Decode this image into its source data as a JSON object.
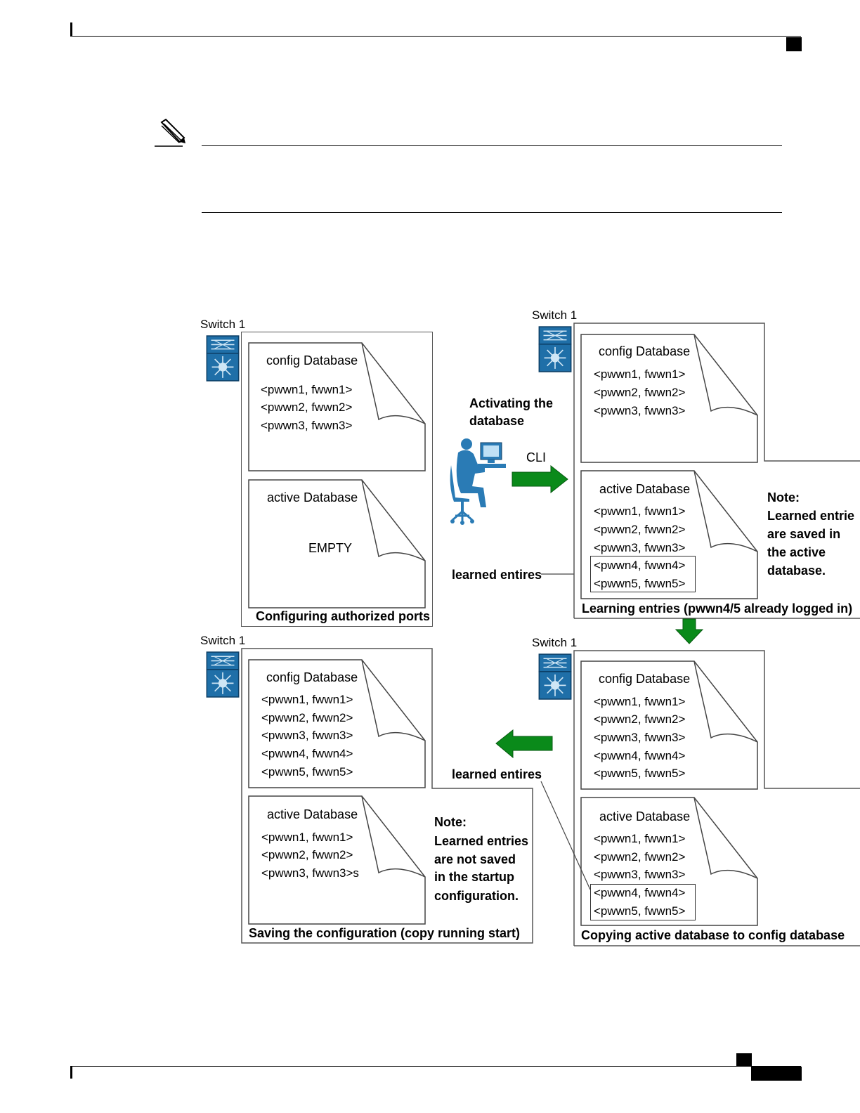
{
  "figure": {
    "activating_label": [
      "Activating the",
      "database"
    ],
    "cli_label": "CLI",
    "learned_entries_label": "learned entires",
    "panels": {
      "top_left": {
        "switch_label": "Switch 1",
        "config_title": "config Database",
        "config_entries": [
          "<pwwn1, fwwn1>",
          "<pwwn2, fwwn2>",
          "<pwwn3, fwwn3>"
        ],
        "active_title": "active Database",
        "active_empty": "EMPTY",
        "caption": "Configuring authorized ports"
      },
      "top_right": {
        "switch_label": "Switch 1",
        "config_title": "config Database",
        "config_entries": [
          "<pwwn1, fwwn1>",
          "<pwwn2, fwwn2>",
          "<pwwn3, fwwn3>"
        ],
        "active_title": "active Database",
        "active_entries": [
          "<pwwn1, fwwn1>",
          "<pwwn2, fwwn2>",
          "<pwwn3, fwwn3>"
        ],
        "learned_entries": [
          "<pwwn4, fwwn4>",
          "<pwwn5, fwwn5>"
        ],
        "note": [
          "Note:",
          "Learned entrie",
          "are saved in",
          "the active",
          "database."
        ],
        "caption": "Learning entries (pwwn4/5 already logged in)"
      },
      "bottom_right": {
        "switch_label": "Switch 1",
        "config_title": "config Database",
        "config_entries": [
          "<pwwn1, fwwn1>",
          "<pwwn2, fwwn2>",
          "<pwwn3, fwwn3>",
          "<pwwn4, fwwn4>",
          "<pwwn5, fwwn5>"
        ],
        "active_title": "active Database",
        "active_entries": [
          "<pwwn1, fwwn1>",
          "<pwwn2, fwwn2>",
          "<pwwn3, fwwn3>"
        ],
        "learned_entries": [
          "<pwwn4, fwwn4>",
          "<pwwn5, fwwn5>"
        ],
        "caption": "Copying active database to config database"
      },
      "bottom_left": {
        "switch_label": "Switch 1",
        "config_title": "config Database",
        "config_entries": [
          "<pwwn1, fwwn1>",
          "<pwwn2, fwwn2>",
          "<pwwn3, fwwn3>",
          "<pwwn4, fwwn4>",
          "<pwwn5, fwwn5>"
        ],
        "active_title": "active Database",
        "active_entries": [
          "<pwwn1, fwwn1>",
          "<pwwn2, fwwn2>",
          "<pwwn3, fwwn3>s"
        ],
        "note": [
          "Note:",
          "Learned entries",
          "are not saved",
          "in the startup",
          "configuration."
        ],
        "caption": "Saving the configuration (copy running start)"
      }
    },
    "colors": {
      "switch_blue": "#1f6fa8",
      "arrow_green": "#0a8a1a",
      "person_blue": "#2a7bb5"
    }
  }
}
